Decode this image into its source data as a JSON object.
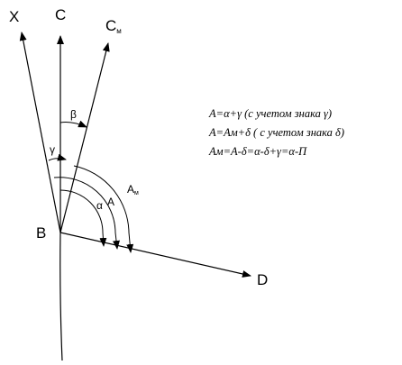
{
  "points": {
    "x": "X",
    "c": "C",
    "cm": "C",
    "cm_sub": "м",
    "b": "B",
    "d": "D"
  },
  "angles": {
    "gamma": "γ",
    "beta": "β",
    "alpha": "α",
    "a": "A",
    "am": "A",
    "am_sub": "м"
  },
  "formulas": [
    "A=α+γ (с учетом знака γ)",
    "A=Aм+δ ( с учетом знака δ)",
    "Aм=A-δ=α-δ+γ=α-П"
  ],
  "colors": {
    "ink": "#000000",
    "background": "#ffffff"
  }
}
